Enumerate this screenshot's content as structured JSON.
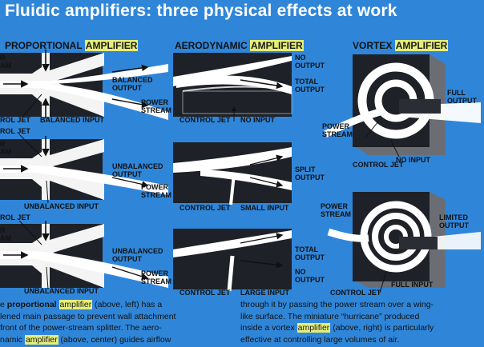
{
  "title": "Fluidic amplifiers: three physical effects at work",
  "highlight_word": "AMPLIFIER",
  "columns": {
    "proportional": "PROPORTIONAL ",
    "aerodynamic": "AERODYNAMIC ",
    "vortex": "VORTEX "
  },
  "labels": {
    "r_am_1a": "R",
    "r_am_1b": "AM",
    "rol_jet_1": "ROL JET",
    "balanced_input": "BALANCED INPUT",
    "balanced_output": "BALANCED\nOUTPUT",
    "power_stream": "POWER\nSTREAM",
    "rol_jet_2": "ROL JET",
    "r_am_2a": "R",
    "r_am_2b": "AM",
    "unbalanced_output": "UNBALANCED\nOUTPUT",
    "unbalanced_input": "UNBALANCED INPUT",
    "rol_jet_3": "ROL JET",
    "no_output": "NO\nOUTPUT",
    "total_output": "TOTAL\nOUTPUT",
    "control_jet": "CONTROL JET",
    "no_input": "NO INPUT",
    "split_output": "SPLIT\nOUTPUT",
    "small_input": "SMALL INPUT",
    "large_input": "LARGE INPUT",
    "full_output": "FULL\nOUTPUT",
    "limited_output": "LIMITED\nOUTPUT",
    "full_input": "FULL INPUT"
  },
  "caption": {
    "left_prefix": "e ",
    "left_bold": "proportional",
    "left_1b": " (above, left) has a",
    "left_2": "lened main passage to prevent wall attachment",
    "left_3": " front of the power-stream splitter. The aero-",
    "left_4a": "namic ",
    "left_4b": " (above, center) guides airflow",
    "right_1": "through it by passing the power stream over a wing-",
    "right_2": "like surface. The miniature “hurricane” produced",
    "right_3a": "inside a vortex ",
    "right_3b": " (above, right) is particularly",
    "right_4": "effective at controlling large volumes of air.",
    "word": "amplifier"
  },
  "colors": {
    "background": "#2f86d9",
    "ink": "#111111",
    "stream": "#ffffff",
    "highlight": "#e6ee7a",
    "panel": "#1e2127"
  }
}
